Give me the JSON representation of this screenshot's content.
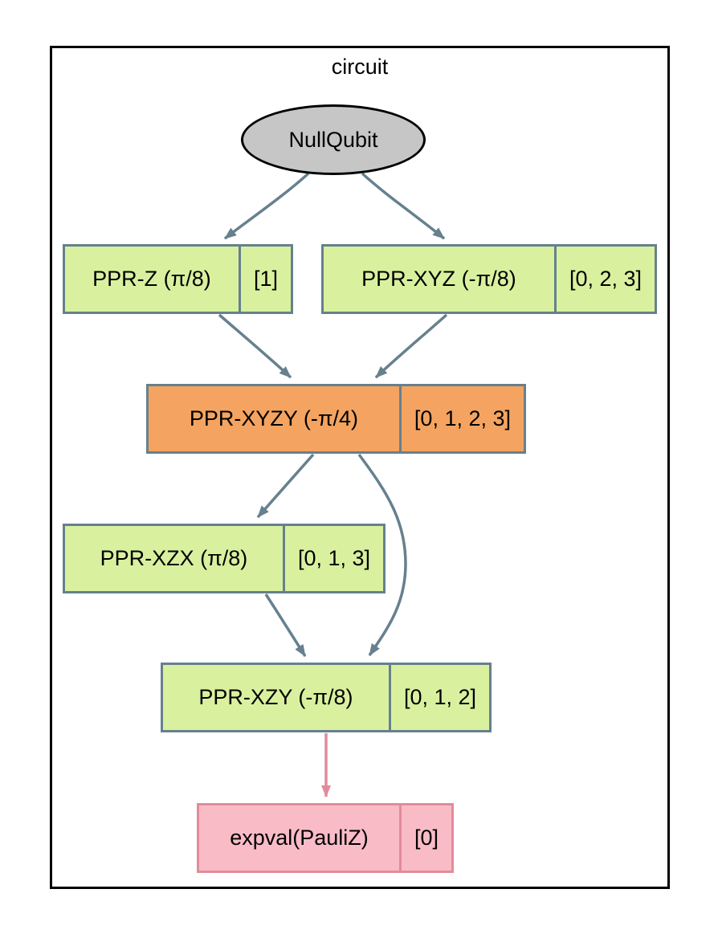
{
  "title": "circuit",
  "device": {
    "label": "NullQubit"
  },
  "colors": {
    "edge": "#66808e",
    "cluster_border": "#000000",
    "device_fill": "#c6c6c6",
    "node_green_fill": "#d9f19f",
    "node_orange_fill": "#f4a460",
    "node_pink_fill": "#f9bcc6",
    "node_pink_border": "#e28b9b",
    "pink_edge": "#e28b9b"
  },
  "nodes": [
    {
      "id": "ppr-z",
      "label": "PPR-Z (π/8)",
      "wires": "[1]",
      "kind": "green"
    },
    {
      "id": "ppr-xyz",
      "label": "PPR-XYZ (-π/8)",
      "wires": "[0, 2, 3]",
      "kind": "green"
    },
    {
      "id": "ppr-xyzy",
      "label": "PPR-XYZY (-π/4)",
      "wires": "[0, 1, 2, 3]",
      "kind": "orange"
    },
    {
      "id": "ppr-xzx",
      "label": "PPR-XZX (π/8)",
      "wires": "[0, 1, 3]",
      "kind": "green"
    },
    {
      "id": "ppr-xzy",
      "label": "PPR-XZY (-π/8)",
      "wires": "[0, 1, 2]",
      "kind": "green"
    },
    {
      "id": "expval",
      "label": "expval(PauliZ)",
      "wires": "[0]",
      "kind": "pink"
    }
  ],
  "edges": [
    {
      "from": "NullQubit",
      "to": "ppr-z"
    },
    {
      "from": "NullQubit",
      "to": "ppr-xyz"
    },
    {
      "from": "ppr-z",
      "to": "ppr-xyzy"
    },
    {
      "from": "ppr-xyz",
      "to": "ppr-xyzy"
    },
    {
      "from": "ppr-xyzy",
      "to": "ppr-xzx"
    },
    {
      "from": "ppr-xyzy",
      "to": "ppr-xzy"
    },
    {
      "from": "ppr-xzx",
      "to": "ppr-xzy"
    },
    {
      "from": "ppr-xzy",
      "to": "expval"
    }
  ]
}
